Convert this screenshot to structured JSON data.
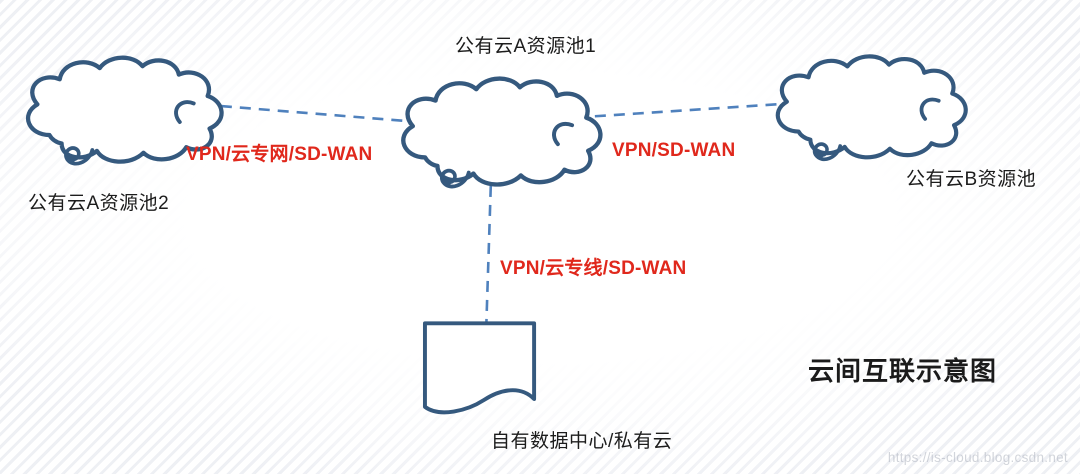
{
  "diagram": {
    "title": "云间互联示意图",
    "watermark": "https://is-cloud.blog.csdn.net",
    "nodes": {
      "pool1": {
        "label": "公有云A资源池1",
        "shape": "cloud"
      },
      "pool2": {
        "label": "公有云A资源池2",
        "shape": "cloud"
      },
      "poolB": {
        "label": "公有云B资源池",
        "shape": "cloud"
      },
      "datacenter": {
        "label": "自有数据中心/私有云",
        "shape": "document"
      }
    },
    "links": [
      {
        "from": "pool2",
        "to": "pool1",
        "label": "VPN/云专网/SD-WAN",
        "style": "dashed"
      },
      {
        "from": "pool1",
        "to": "poolB",
        "label": "VPN/SD-WAN",
        "style": "dashed"
      },
      {
        "from": "pool1",
        "to": "datacenter",
        "label": "VPN/云专线/SD-WAN",
        "style": "dashed"
      }
    ],
    "colors": {
      "cloud_stroke": "#35597e",
      "dash_line": "#4f81bd",
      "link_label": "#e0281c",
      "text": "#1c1c1c",
      "watermark_text": "#b4b9c3"
    }
  }
}
